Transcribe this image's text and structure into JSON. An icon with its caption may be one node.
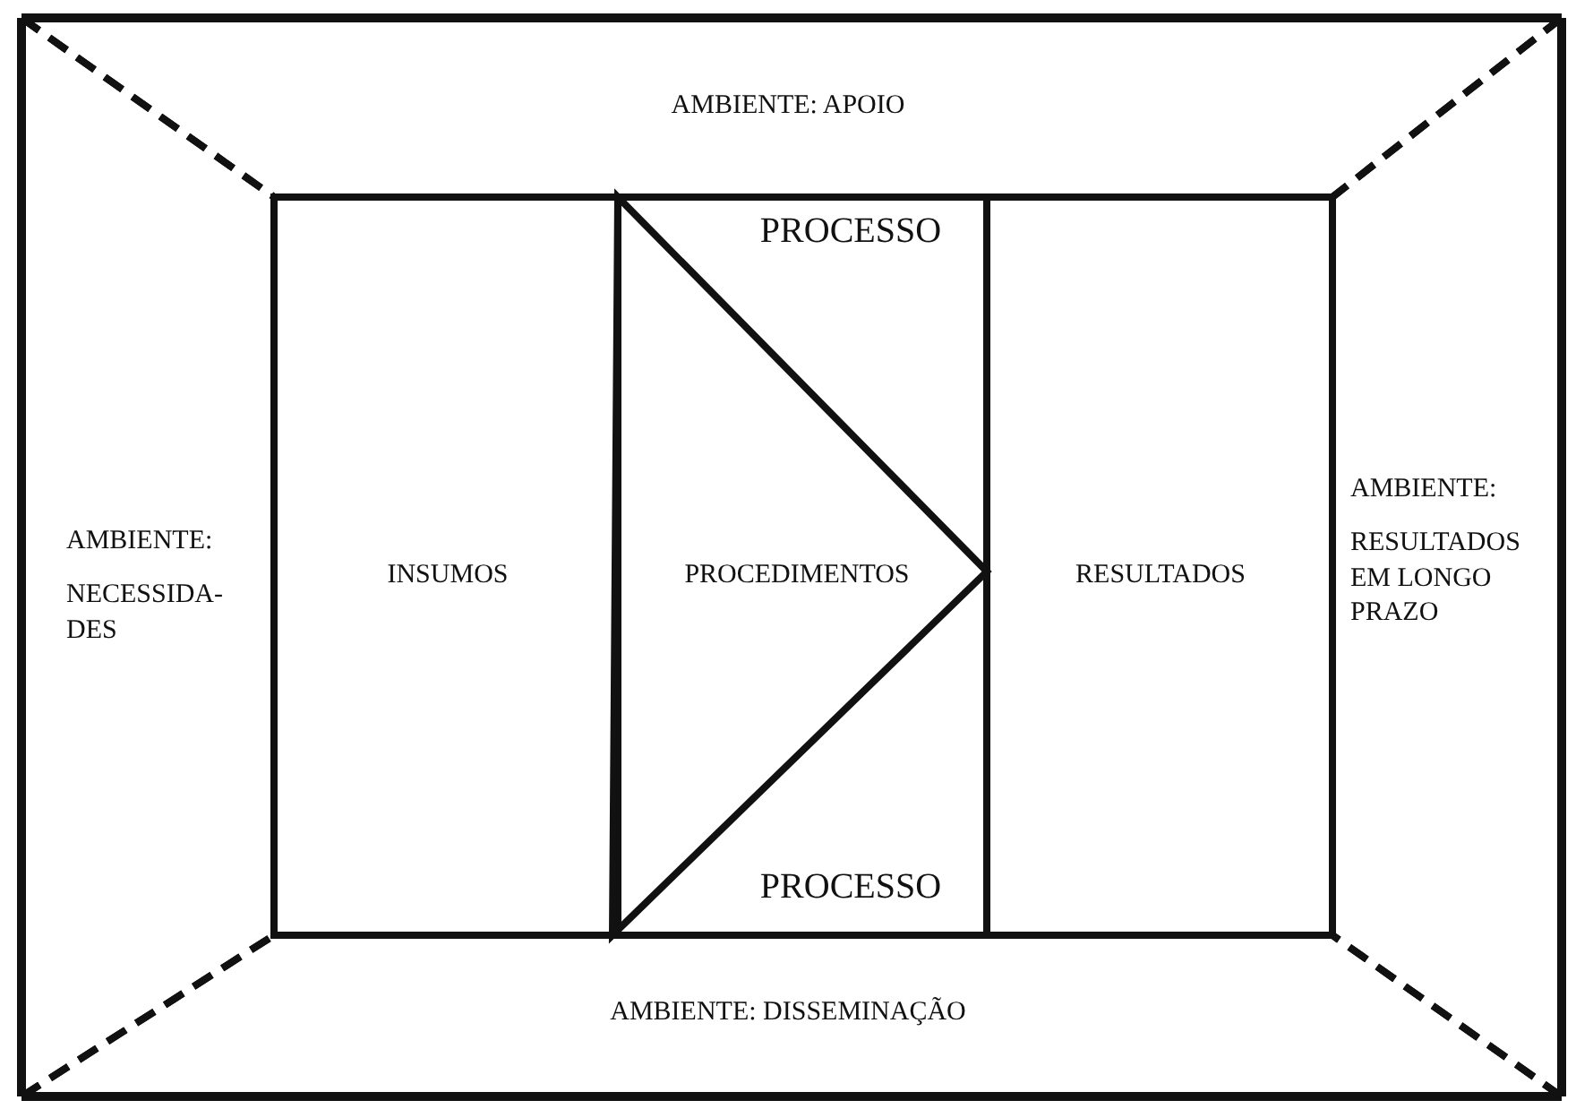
{
  "diagram": {
    "nodes": [
      {
        "text": [
          "AMBIENTE: APOIO"
        ]
      },
      {
        "text": [
          "AMBIENTE:",
          "NECESSIDA- DES"
        ]
      },
      {
        "text": [
          "INSUMOS"
        ]
      },
      {
        "text": [
          "PROCESSO",
          "PROCESSO"
        ]
      },
      {
        "text": [
          "PROCEDIMENTOS"
        ],
        "in": 3
      },
      {
        "text": [
          "RESULTADOS"
        ]
      },
      {
        "text": [
          "AMBIENTE:",
          "RESULTADOS EM LONGO PRAZO"
        ]
      },
      {
        "text": [
          "AMBIENTE: DISSEMINAÇÃO"
        ]
      }
    ]
  }
}
